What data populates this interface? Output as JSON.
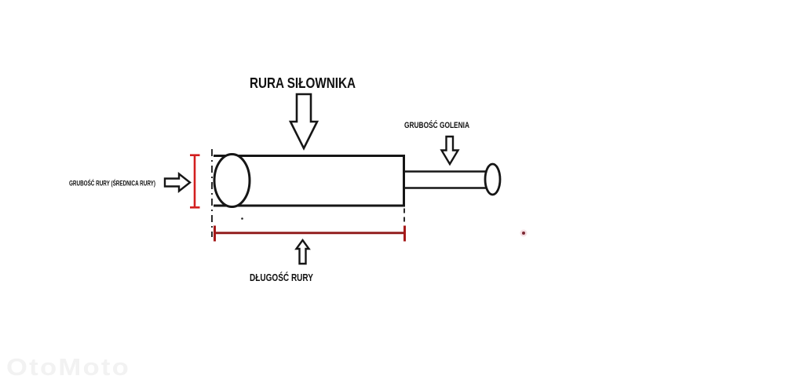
{
  "diagram": {
    "title": "RURA SIŁOWNIKA",
    "labels": {
      "rod_thickness": "GRUBOŚĆ GOLENIA",
      "tube_thickness": "GRUBOŚĆ RURY (ŚREDNICA RURY)",
      "tube_length": "DŁUGOŚĆ RURY"
    },
    "colors": {
      "outline": "#161616",
      "diameter_marker": "#d21f1f",
      "length_line": "#8f1717",
      "length_cap": "#a61a1a",
      "speck": "#7c2833"
    }
  },
  "watermark": {
    "text": "OtoMoto"
  }
}
